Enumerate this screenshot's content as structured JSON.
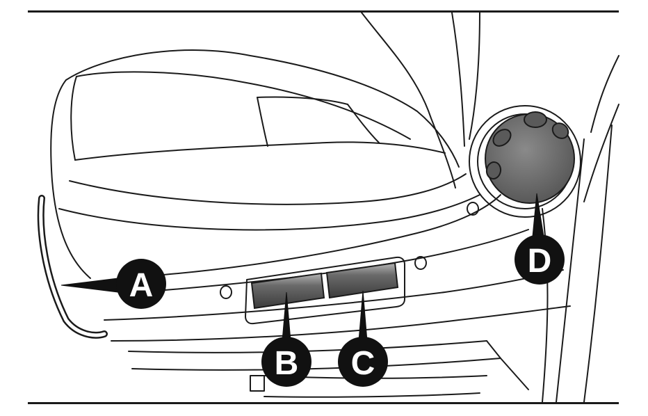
{
  "figure": {
    "callouts": [
      {
        "id": "A",
        "label": "A",
        "target": "seat-height-lever"
      },
      {
        "id": "B",
        "label": "B",
        "target": "front-switch"
      },
      {
        "id": "C",
        "label": "C",
        "target": "rear-switch"
      },
      {
        "id": "D",
        "label": "D",
        "target": "backrest-knob"
      }
    ],
    "colors": {
      "line": "#1a1a1a",
      "callout_fill": "#111111",
      "callout_text": "#ffffff",
      "switch_fill": "#6e6e6e",
      "knob_fill": "#7a7a7a",
      "background": "#ffffff"
    }
  }
}
